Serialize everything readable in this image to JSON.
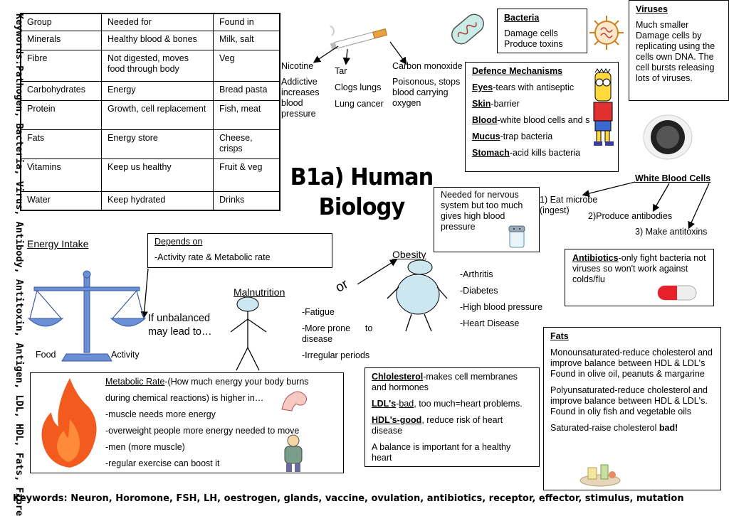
{
  "table": {
    "headers": [
      "Group",
      "Needed for",
      "Found in"
    ],
    "rows": [
      [
        "Minerals",
        "Healthy blood & bones",
        "Milk, salt"
      ],
      [
        "Fibre",
        "Not digested, moves food through body",
        "Veg"
      ],
      [
        "Carbohydrates",
        "Energy",
        "Bread pasta"
      ],
      [
        "Protein",
        "Growth, cell replacement",
        "Fish, meat"
      ],
      [
        "Fats",
        "Energy store",
        "Cheese, crisps"
      ],
      [
        "Vitamins",
        "Keep us healthy",
        "Fruit & veg"
      ],
      [
        "Water",
        "Keep hydrated",
        "Drinks"
      ]
    ]
  },
  "side_keywords": "Keywords:Pathogen, Bacteria, Virus, Antibody, Antitoxin, Antigen, LDL, HDL, Fats, Fibre",
  "smoking": {
    "nicotine_title": "Nicotine",
    "nicotine_text": "Addictive increases blood pressure",
    "tar_title": "Tar",
    "tar_line1": "Clogs lungs",
    "tar_line2": "Lung cancer",
    "co_title": "Carbon monoxide",
    "co_text": "Poisonous, stops blood carrying oxygen"
  },
  "bacteria": {
    "title": "Bacteria",
    "line1": "Damage cells",
    "line2": "Produce toxins"
  },
  "viruses": {
    "title": "Viruses",
    "text": "Much smaller Damage cells by replicating using the cells own DNA.  The cell bursts releasing lots of viruses."
  },
  "defence": {
    "title": "Defence Mechanisms",
    "items": [
      {
        "key": "Eyes",
        "rest": "-tears with antiseptic"
      },
      {
        "key": "Skin",
        "rest": "-barrier"
      },
      {
        "key": "Blood",
        "rest": "-white blood cells and s"
      },
      {
        "key": "Mucus",
        "rest": "-trap bacteria"
      },
      {
        "key": "Stomach",
        "rest": "-acid kills bacteria"
      }
    ]
  },
  "title": {
    "line1": "B1a) Human",
    "line2": "Biology"
  },
  "salt": {
    "text": "Needed for nervous system but too much gives high blood pressure"
  },
  "wbc": {
    "title": "White Blood Cells",
    "item1": "1) Eat microbe (ingest)",
    "item2": "2)Produce antibodies",
    "item3": "3) Make antitoxins"
  },
  "antibiotics": {
    "key": "Antibiotics",
    "rest": "-only fight bacteria not viruses so won't work against colds/flu"
  },
  "energy": {
    "title": "Energy Intake",
    "depends_title": "Depends on",
    "depends_text": "-Activity rate & Metabolic rate",
    "food_label": "Food",
    "activity_label": "Activity",
    "unbalanced": "If unbalanced may lead to…"
  },
  "malnutrition": {
    "title": "Malnutrition",
    "or": "or",
    "fatigue": "-Fatigue",
    "disease": "-More prone      to disease",
    "periods": "-Irregular periods"
  },
  "obesity": {
    "title": "Obesity",
    "items": [
      "-Arthritis",
      "-Diabetes",
      "-High blood pressure",
      "-Heart Disease"
    ]
  },
  "metabolic": {
    "title": "Metabolic Rate",
    "line1": "-(How much energy your body burns",
    "line2": "during chemical reactions) is higher in…",
    "line3": "-muscle needs more energy",
    "line4": "-overweight people more energy needed to move",
    "line5": "-men (more muscle)",
    "line6": "-regular exercise can boost it"
  },
  "cholesterol": {
    "title": "Chlolesterol",
    "title_rest": "-makes cell membranes and hormones",
    "ldl_key": "LDL's",
    "ldl_mid": "-",
    "ldl_bad": "bad",
    "ldl_rest": ", too much=heart problems.",
    "hdl_key": "HDL's-good",
    "hdl_rest": ", reduce risk of heart disease",
    "balance": "A balance is important for a healthy heart"
  },
  "fats": {
    "title": "Fats",
    "mono": "Monounsaturated-reduce cholesterol and improve balance between HDL & LDL's Found in olive oil, peanuts & margarine",
    "poly": "Polyunsaturated-reduce cholesterol and improve balance between HDL & LDL's. Found in oliy fish and vegetable oils",
    "sat": "Saturated-raise cholesterol ",
    "sat_bad": "bad!"
  },
  "bottom_keywords": "Keywords:  Neuron, Horomone, FSH, LH, oestrogen, glands, vaccine, ovulation, antibiotics, receptor, effector, stimulus, mutation",
  "colors": {
    "flame": "#f25a1e",
    "scale": "#6a8fd6",
    "obese_body": "#cde7f0",
    "capsule": "#e8202a"
  }
}
